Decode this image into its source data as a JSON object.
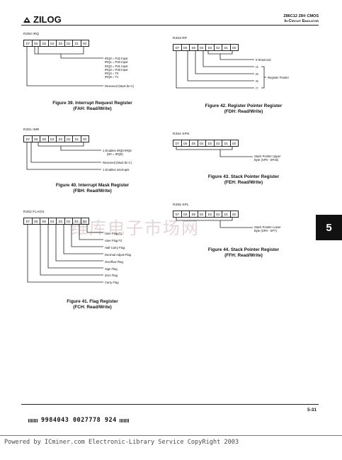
{
  "header": {
    "logo_text": "ZILOG",
    "product": "Z86C12 Z8® CMOS",
    "subtitle": "In-Circuit Emulator"
  },
  "bits": [
    "D7",
    "D6",
    "D5",
    "D4",
    "D3",
    "D2",
    "D1",
    "D0"
  ],
  "fig39": {
    "register": "R250 IRQ",
    "lines": [
      "IRQ0 = P32 Input",
      "IRQ1 = P33 Input",
      "IRQ2 = P31 Input",
      "IRQ3 = P30 Input",
      "IRQ4 = T0",
      "IRQ5 = T1"
    ],
    "reserved": "Reserved (Must be 0.)",
    "caption1": "Figure 39.  Interrupt Request Register",
    "caption2": "(FAH: Read/Write)"
  },
  "fig40": {
    "register": "R251 IMR",
    "label1a": "1  Enables IRQ0-IRQ5",
    "label1b": "(D0 = IRQ0)",
    "label2": "Reserved (Must be 0.)",
    "label3": "1  Enables Interrupts",
    "caption1": "Figure 40.  Interrupt Mask Register",
    "caption2": "(FBH: Read/Write)"
  },
  "fig41": {
    "register": "R252 FLAGS",
    "flags": [
      "User Flag F1",
      "User Flag F2",
      "Half Carry Flag",
      "Decimal Adjust Flag",
      "Overflow Flag",
      "Sign Flag",
      "Zero Flag",
      "Carry Flag"
    ],
    "caption1": "Figure 41.  Flag Register",
    "caption2": "(FCH: Read/Write)"
  },
  "fig42": {
    "register": "R253 RP",
    "reserved": "0  Reserved",
    "r4": "r4",
    "r5": "r5",
    "r6": "r6",
    "r7": "r7",
    "pointer": "Register Pointer",
    "caption1": "Figure 42.  Register Pointer Register",
    "caption2": "(FDH: Read/Write)"
  },
  "fig43": {
    "register": "R254 SPH",
    "label1": "Stack Pointer Upper",
    "label2": "Byte (SP8 - SP15)",
    "caption1": "Figure 43.  Stack Pointer Register",
    "caption2": "(FEH: Read/Write)"
  },
  "fig44": {
    "register": "R255 SPL",
    "label1": "Stack Pointer Lower",
    "label2": "Byte (SP0 - SP7)",
    "caption1": "Figure 44.  Stack Pointer Register",
    "caption2": "(FFH: Read/Write)"
  },
  "section_tab": "5",
  "watermark": "维库电子市场网",
  "page_number": "5-31",
  "barcode_text": "9984043 0027778 924",
  "footer": "Powered by ICminer.com Electronic-Library Service CopyRight 2003"
}
